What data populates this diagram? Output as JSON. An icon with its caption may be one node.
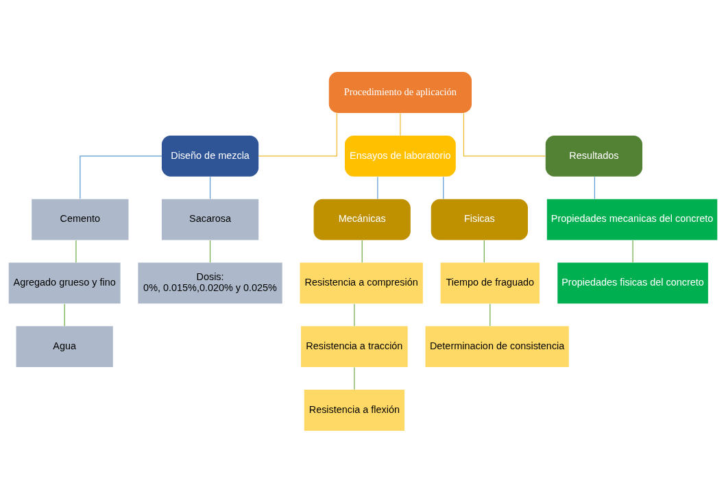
{
  "diagram": {
    "nodes": [
      {
        "text": [
          "Procedimiento de aplicación"
        ]
      },
      {
        "text": [
          "Diseño de mezcla"
        ]
      },
      {
        "text": [
          "Ensayos de laboratorio"
        ]
      },
      {
        "text": [
          "Resultados"
        ]
      },
      {
        "text": [
          "Cemento"
        ]
      },
      {
        "text": [
          "Sacarosa"
        ]
      },
      {
        "text": [
          "Agregado grueso y fino"
        ]
      },
      {
        "text": [
          "Agua"
        ]
      },
      {
        "text": [
          "Dosis:",
          "0%, 0.015%,0.020% y 0.025%"
        ]
      },
      {
        "text": [
          "Mecánicas"
        ]
      },
      {
        "text": [
          "Fisicas"
        ]
      },
      {
        "text": [
          "Resistencia a compresión"
        ]
      },
      {
        "text": [
          "Resistencia a tracción"
        ]
      },
      {
        "text": [
          "Resistencia a flexión"
        ]
      },
      {
        "text": [
          "Tiempo de fraguado"
        ]
      },
      {
        "text": [
          "Determinacion de consistencia"
        ]
      },
      {
        "text": [
          "Propiedades mecanicas del concreto"
        ]
      },
      {
        "text": [
          "Propiedades fisicas del concreto"
        ]
      }
    ],
    "edges": [
      {
        "from": 0,
        "to": 1,
        "arrow": "none",
        "color": "#f2b92e"
      },
      {
        "from": 0,
        "to": 2,
        "arrow": "none",
        "color": "#f2b92e"
      },
      {
        "from": 0,
        "to": 3,
        "arrow": "none",
        "color": "#f2b92e"
      },
      {
        "from": 1,
        "to": 4,
        "arrow": "none",
        "color": "#5b9bd5"
      },
      {
        "from": 1,
        "to": 5,
        "arrow": "none",
        "color": "#5b9bd5"
      },
      {
        "from": 4,
        "to": 6,
        "arrow": "none"
      },
      {
        "from": 6,
        "to": 7,
        "arrow": "none"
      },
      {
        "from": 5,
        "to": 8,
        "arrow": "none"
      },
      {
        "from": 2,
        "to": 9,
        "arrow": "none",
        "color": "#5b9bd5"
      },
      {
        "from": 2,
        "to": 10,
        "arrow": "none",
        "color": "#5b9bd5"
      },
      {
        "from": 9,
        "to": 11,
        "arrow": "none"
      },
      {
        "from": 11,
        "to": 12,
        "arrow": "none"
      },
      {
        "from": 12,
        "to": 13,
        "arrow": "none"
      },
      {
        "from": 10,
        "to": 14,
        "arrow": "none"
      },
      {
        "from": 14,
        "to": 15,
        "arrow": "none"
      },
      {
        "from": 3,
        "to": 16,
        "arrow": "none",
        "color": "#5b9bd5"
      },
      {
        "from": 16,
        "to": 17,
        "arrow": "none"
      }
    ]
  }
}
